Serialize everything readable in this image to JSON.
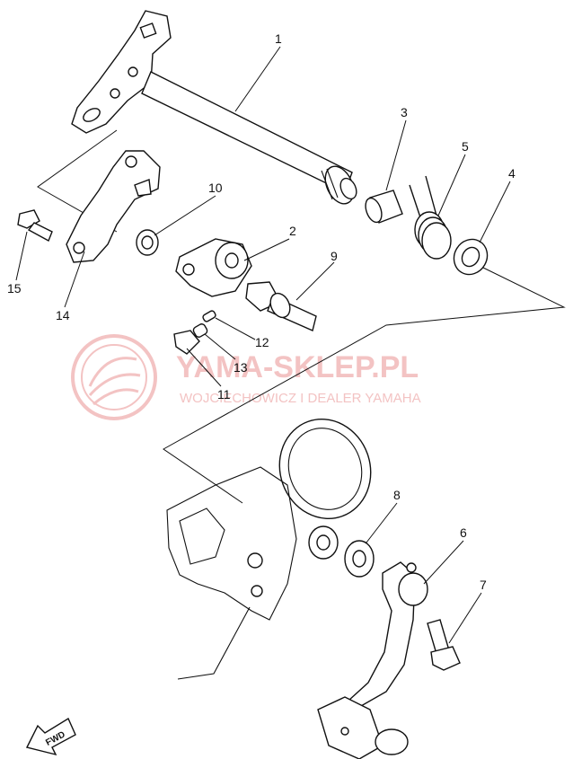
{
  "labels": {
    "p1": "1",
    "p2": "2",
    "p3": "3",
    "p4": "4",
    "p5": "5",
    "p6": "6",
    "p7": "7",
    "p8": "8",
    "p9": "9",
    "p10": "10",
    "p11": "11",
    "p12": "12",
    "p13": "13",
    "p14": "14",
    "p15": "15"
  },
  "watermark": {
    "title": "YAMA-SKLEP.PL",
    "subtitle": "WOJCIECHOWICZ I DEALER YAMAHA"
  },
  "direction": {
    "fwd": "FWD"
  },
  "colors": {
    "ink": "#111111",
    "watermark": "#f3c3c3"
  }
}
